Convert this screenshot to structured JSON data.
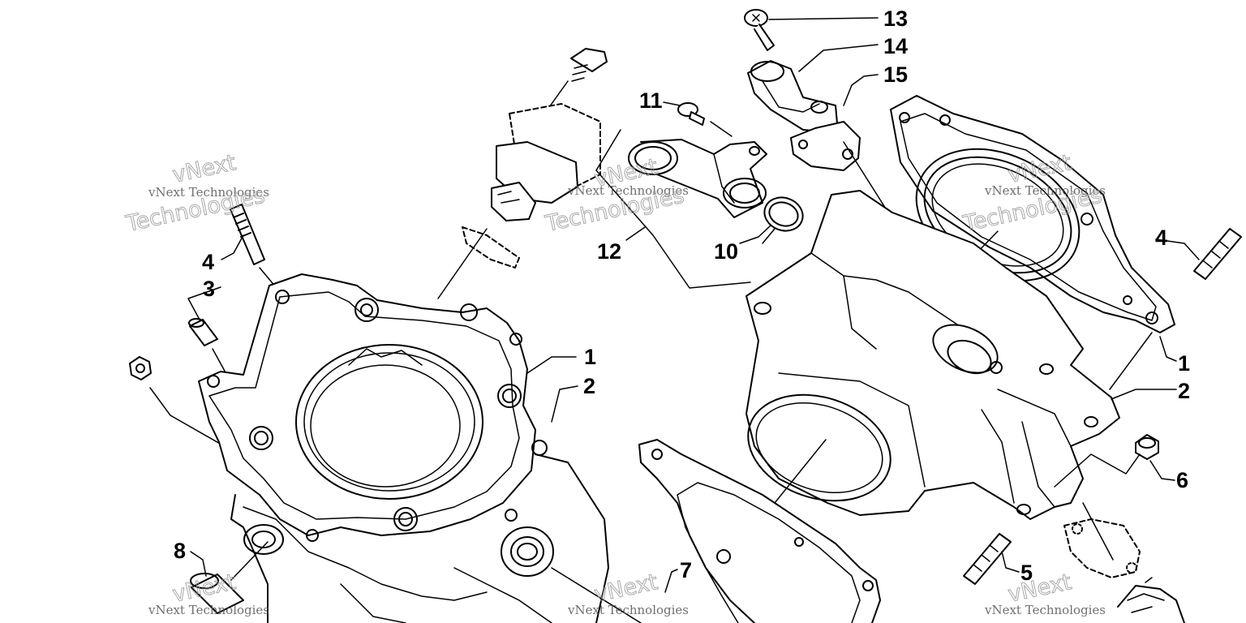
{
  "diagram": {
    "callouts": [
      {
        "id": "c13",
        "label": "13"
      },
      {
        "id": "c14",
        "label": "14"
      },
      {
        "id": "c15",
        "label": "15"
      },
      {
        "id": "c11",
        "label": "11"
      },
      {
        "id": "c12",
        "label": "12"
      },
      {
        "id": "c10",
        "label": "10"
      },
      {
        "id": "c4a",
        "label": "4"
      },
      {
        "id": "c3",
        "label": "3"
      },
      {
        "id": "c1a",
        "label": "1"
      },
      {
        "id": "c2a",
        "label": "2"
      },
      {
        "id": "c8",
        "label": "8"
      },
      {
        "id": "c7",
        "label": "7"
      },
      {
        "id": "c4b",
        "label": "4"
      },
      {
        "id": "c1b",
        "label": "1"
      },
      {
        "id": "c2b",
        "label": "2"
      },
      {
        "id": "c6",
        "label": "6"
      },
      {
        "id": "c5",
        "label": "5"
      }
    ]
  },
  "watermark": {
    "line1": "vNext Technologies",
    "line2": "vNext",
    "line3": "Technologies"
  }
}
